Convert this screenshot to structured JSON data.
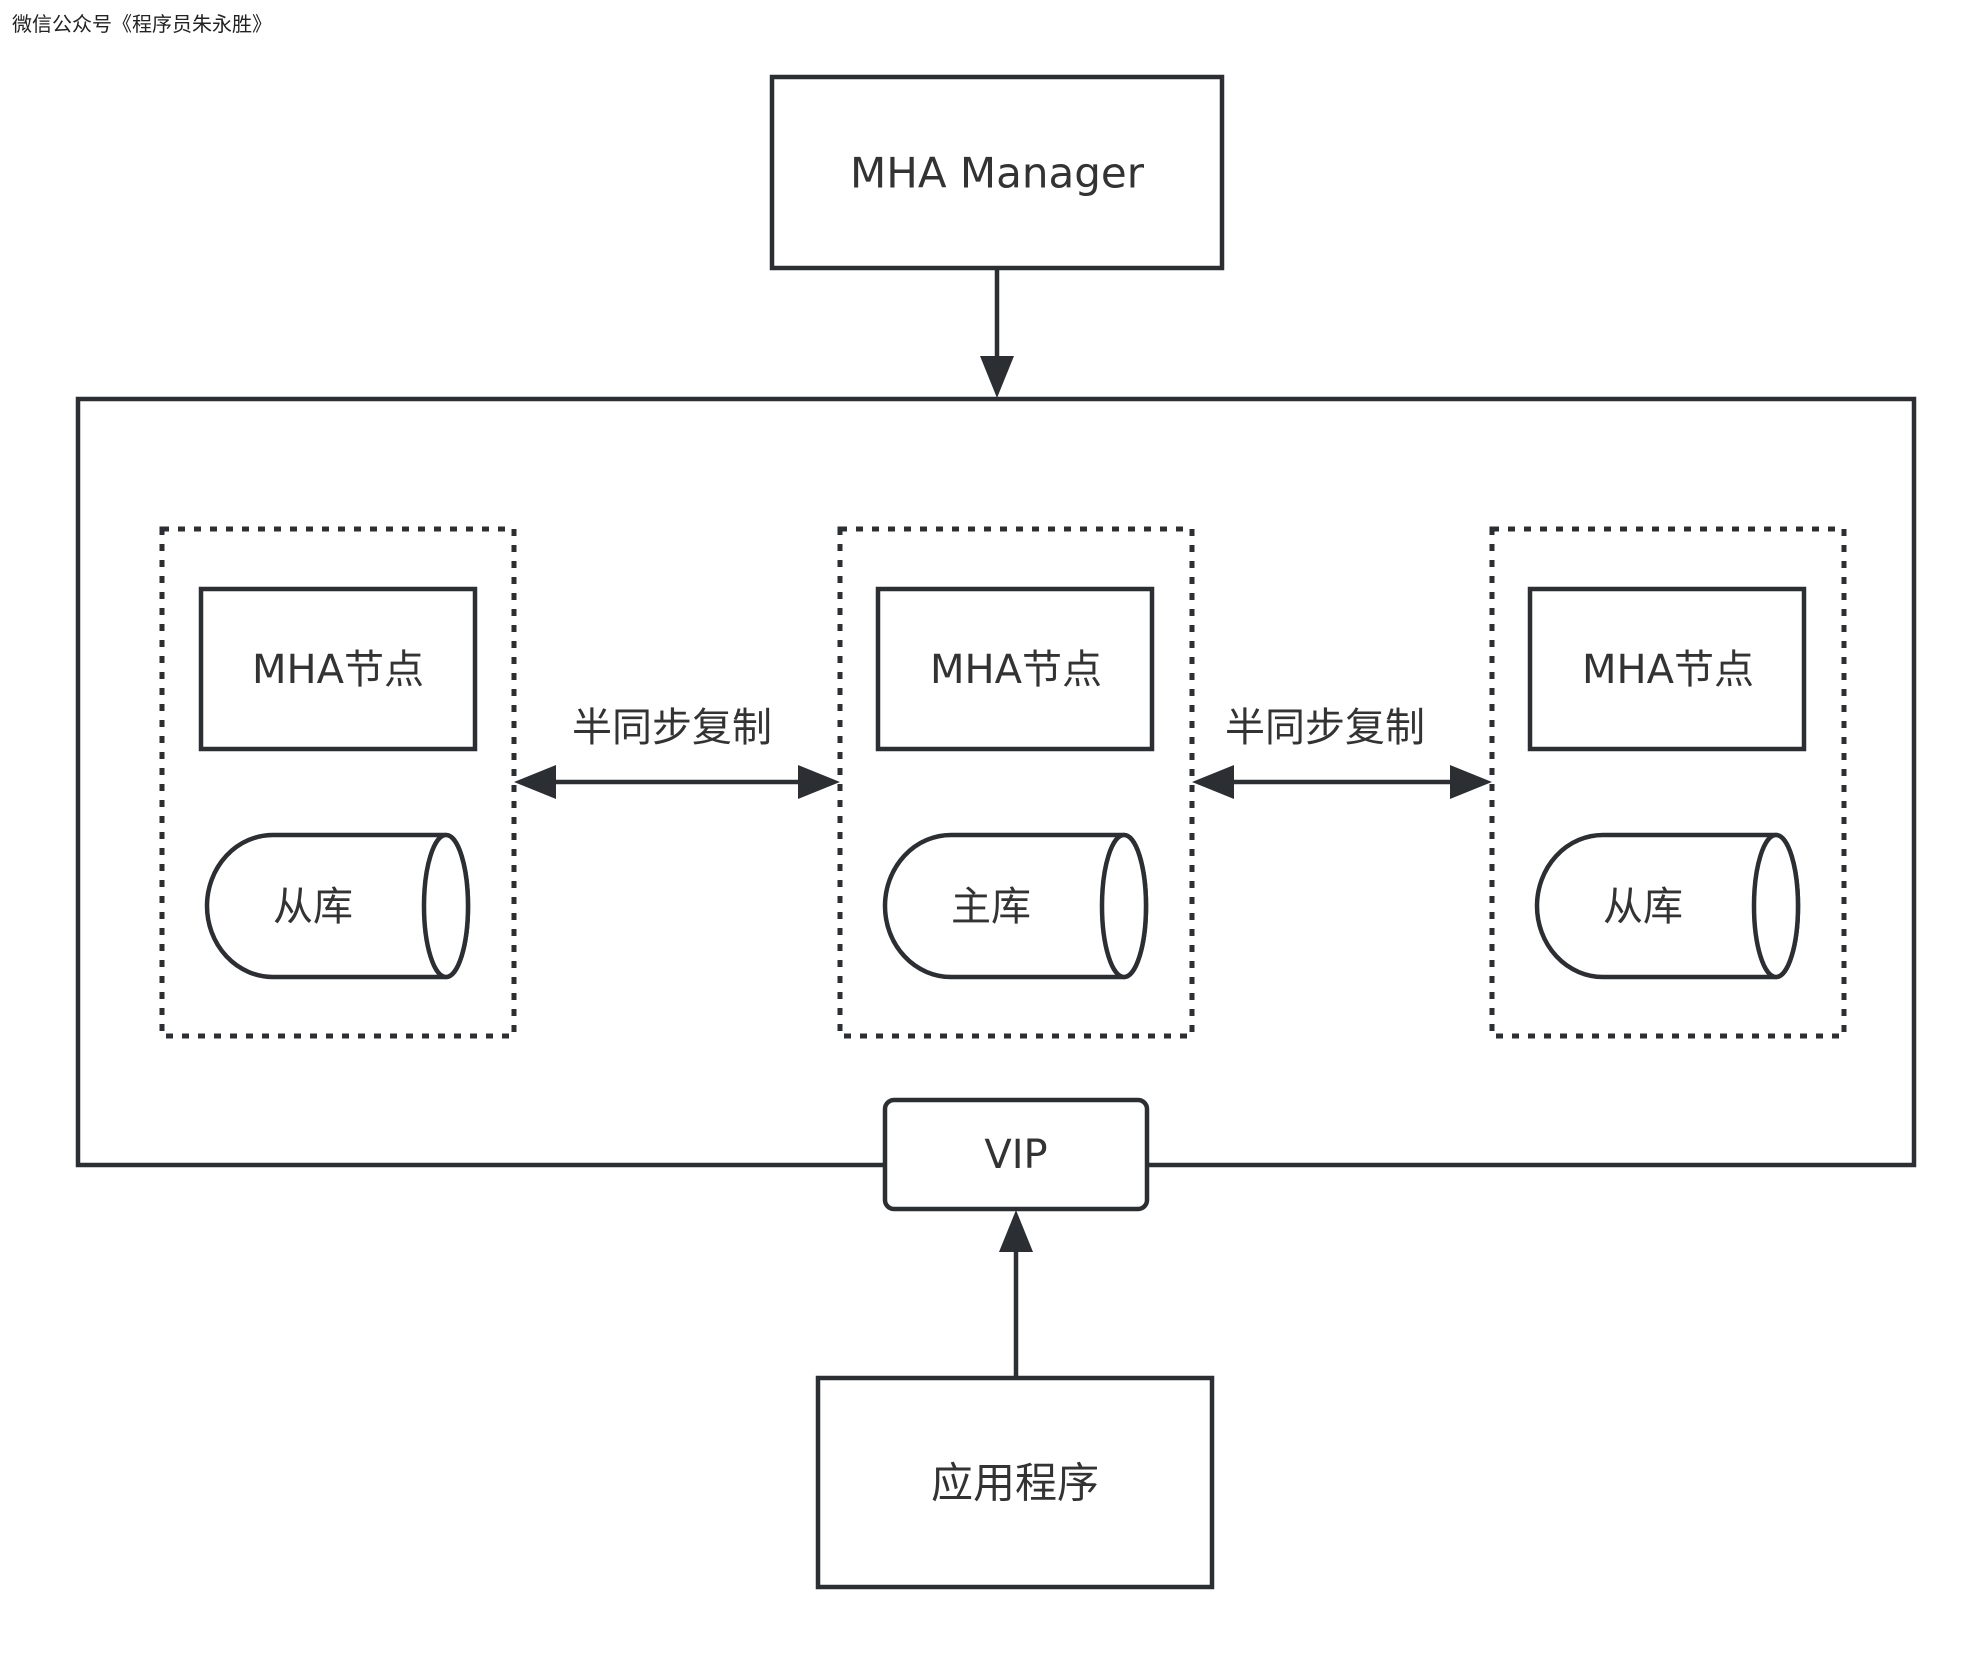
{
  "watermark": "微信公众号《程序员朱永胜》",
  "manager": {
    "label": "MHA Manager"
  },
  "nodes": [
    {
      "node_label": "MHA节点",
      "db_label": "从库"
    },
    {
      "node_label": "MHA节点",
      "db_label": "主库"
    },
    {
      "node_label": "MHA节点",
      "db_label": "从库"
    }
  ],
  "replication": [
    {
      "label": "半同步复制"
    },
    {
      "label": "半同步复制"
    }
  ],
  "vip": {
    "label": "VIP"
  },
  "application": {
    "label": "应用程序"
  }
}
